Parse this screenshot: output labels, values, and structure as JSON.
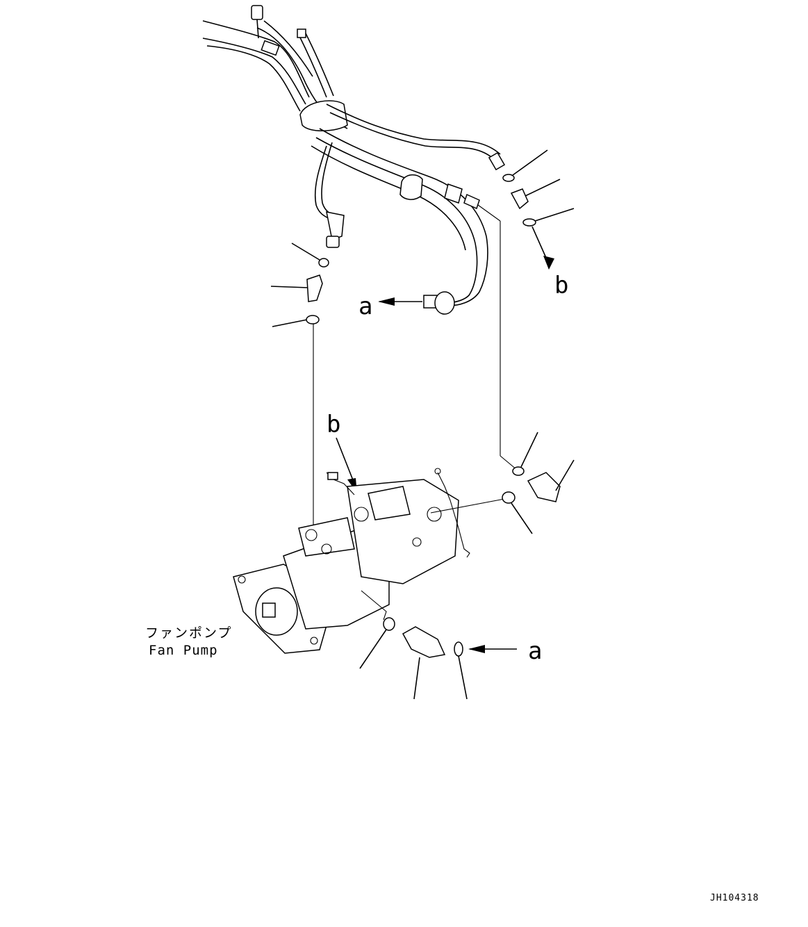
{
  "labels": {
    "fan_pump_jp": "ファンポンプ",
    "fan_pump_en": "Fan Pump",
    "doc_id": "JH104318"
  },
  "callouts": {
    "a_upper": "a",
    "a_lower": "a",
    "b_upper": "b",
    "b_lower": "b"
  }
}
